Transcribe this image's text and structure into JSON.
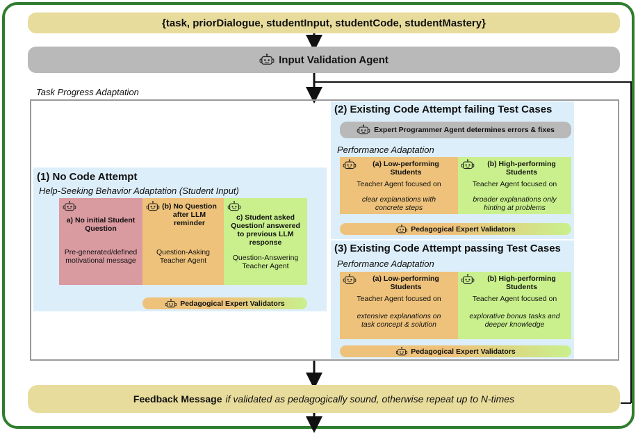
{
  "inputs_bar": "{task, priorDialogue, studentInput, studentCode, studentMastery}",
  "input_validation_agent": "Input Validation Agent",
  "task_progress_label": "Task Progress Adaptation",
  "no_code": {
    "title": "(1) No Code Attempt",
    "subtitle": "Help-Seeking Behavior Adaptation (Student Input)",
    "cells": [
      {
        "header": "a) No initial Student Question",
        "body": "Pre-generated/defined motivational message"
      },
      {
        "header": "(b) No Question after LLM reminder",
        "body": "Question-Asking Teacher Agent"
      },
      {
        "header": "c) Student asked Question/ answered to previous LLM response",
        "body": "Question-Answering Teacher Agent"
      }
    ],
    "validators": "Pedagogical Expert Validators"
  },
  "failing": {
    "title": "(2) Existing Code Attempt failing Test Cases",
    "expert_agent": "Expert Programmer Agent determines errors & fixes",
    "performance": "Performance Adaptation",
    "low": {
      "header": "(a) Low-performing Students",
      "line1": "Teacher Agent focused on",
      "line2": "clear explanations with concrete steps"
    },
    "high": {
      "header": "(b) High-performing Students",
      "line1": "Teacher Agent focused on",
      "line2": "broader explanations only hinting at problems"
    },
    "validators": "Pedagogical Expert Validators"
  },
  "passing": {
    "title": "(3) Existing Code Attempt passing Test Cases",
    "performance": "Performance Adaptation",
    "low": {
      "header": "(a) Low-performing Students",
      "line1": "Teacher Agent focused on",
      "line2": "extensive explanations on task concept & solution"
    },
    "high": {
      "header": "(b) High-performing Students",
      "line1": "Teacher Agent focused on",
      "line2": "explorative bonus tasks and deeper knowledge"
    },
    "validators": "Pedagogical Expert Validators"
  },
  "feedback": {
    "bold": "Feedback Message",
    "rest": "if validated as pedagogically sound, otherwise repeat up to N-times"
  },
  "colors": {
    "outer_border": "#2e7d2e",
    "sand": "#e8dc9c",
    "grey": "#b9b9b9",
    "light_blue": "#dceefa",
    "red": "#d99aa0",
    "orange": "#eec27a",
    "green": "#c9f08c"
  },
  "icons": [
    "robot-icon",
    "arrow-down-icon"
  ]
}
